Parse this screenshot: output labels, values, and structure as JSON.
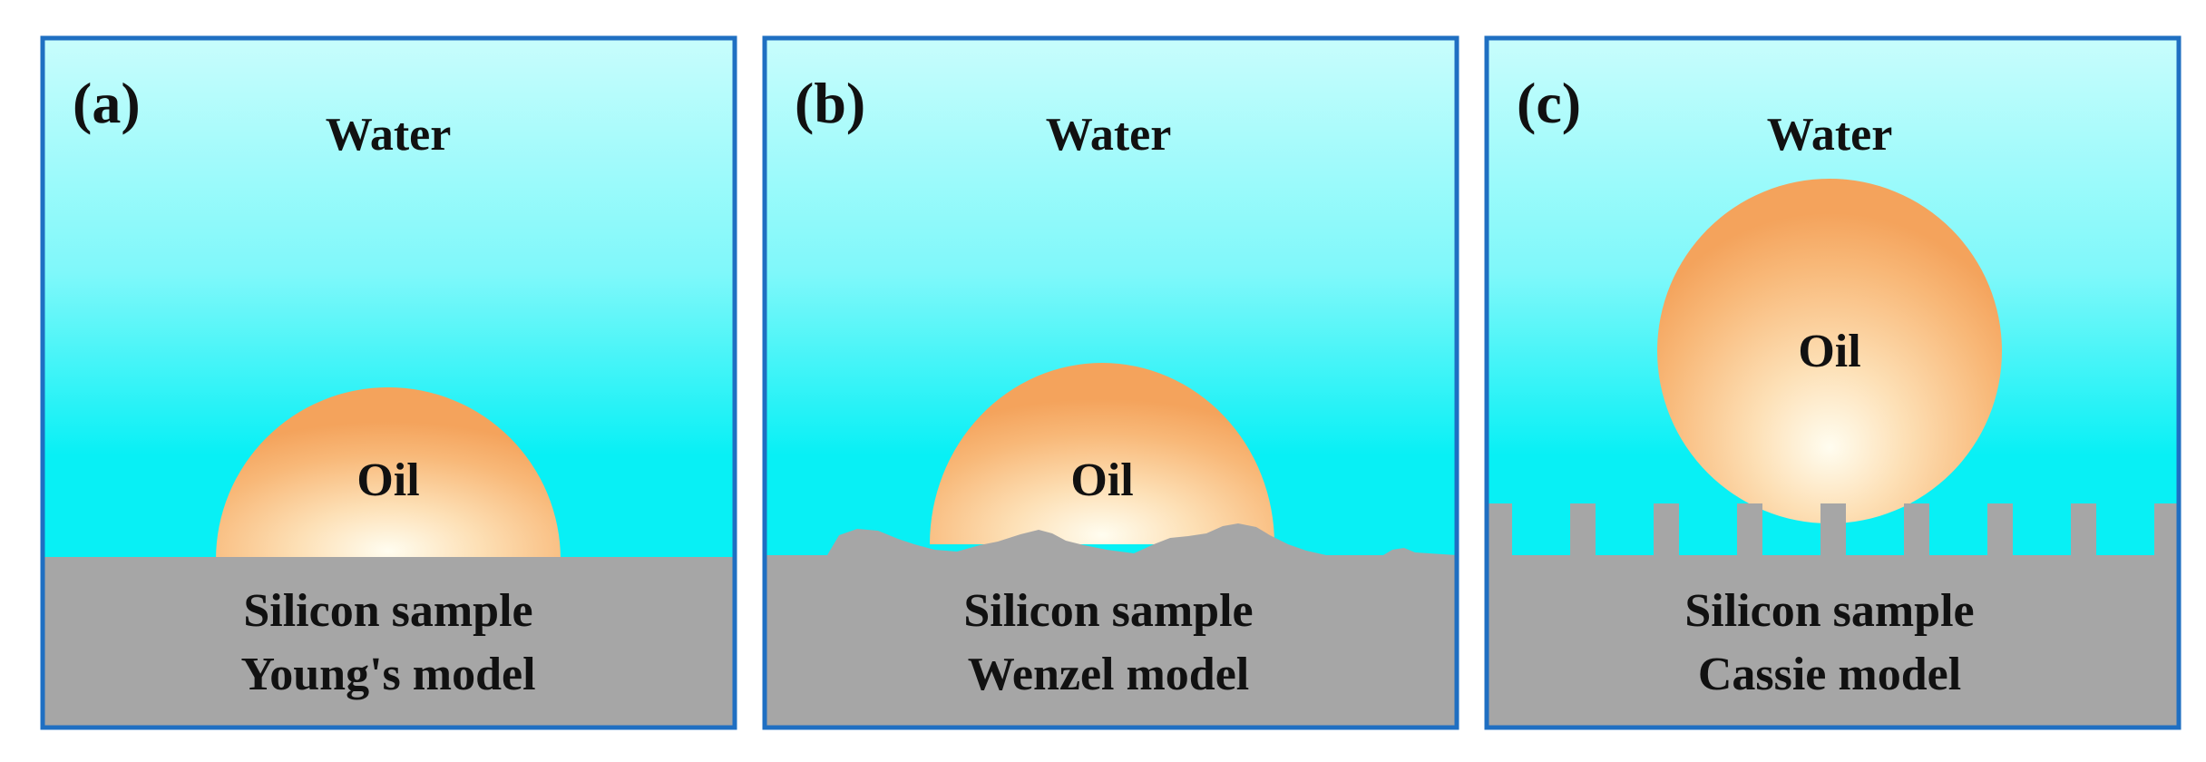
{
  "colors": {
    "panel_border": "#1f6fc2",
    "water_top": "#c8fdfc",
    "water_bottom": "#08f0f5",
    "substrate": "#a6a6a6",
    "oil_center": "#fffdf0",
    "oil_mid": "#fcc894",
    "oil_edge": "#f5a560",
    "text": "#111111"
  },
  "panels": [
    {
      "letter": "(a)",
      "medium_label": "Water",
      "droplet_label": "Oil",
      "substrate_label": "Silicon sample",
      "model_label": "Young's model",
      "surface": "flat"
    },
    {
      "letter": "(b)",
      "medium_label": "Water",
      "droplet_label": "Oil",
      "substrate_label": "Silicon sample",
      "model_label": "Wenzel model",
      "surface": "rough"
    },
    {
      "letter": "(c)",
      "medium_label": "Water",
      "droplet_label": "Oil",
      "substrate_label": "Silicon sample",
      "model_label": "Cassie model",
      "surface": "pillared"
    }
  ]
}
